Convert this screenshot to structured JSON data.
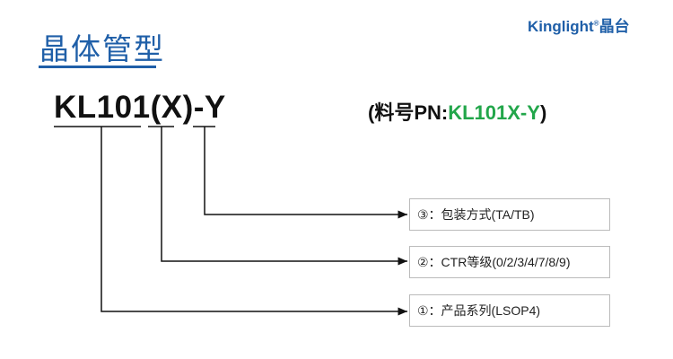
{
  "header": {
    "title": "晶体管型",
    "logo_text": "Kinglight",
    "logo_mark": "®",
    "logo_cn": "晶台"
  },
  "model": {
    "base": "KL101",
    "variant": "(X)",
    "dash": "-",
    "suffix": "Y"
  },
  "part_number": {
    "prefix": "(料号PN:",
    "value": "KL101X-Y",
    "suffix": ")"
  },
  "legend": [
    {
      "label": "③：包装方式(TA/TB)"
    },
    {
      "label": "②：CTR等级(0/2/3/4/7/8/9)"
    },
    {
      "label": "①：产品系列(LSOP4)"
    }
  ],
  "colors": {
    "brand": "#1f5fa8",
    "pn_green": "#22a64a"
  }
}
